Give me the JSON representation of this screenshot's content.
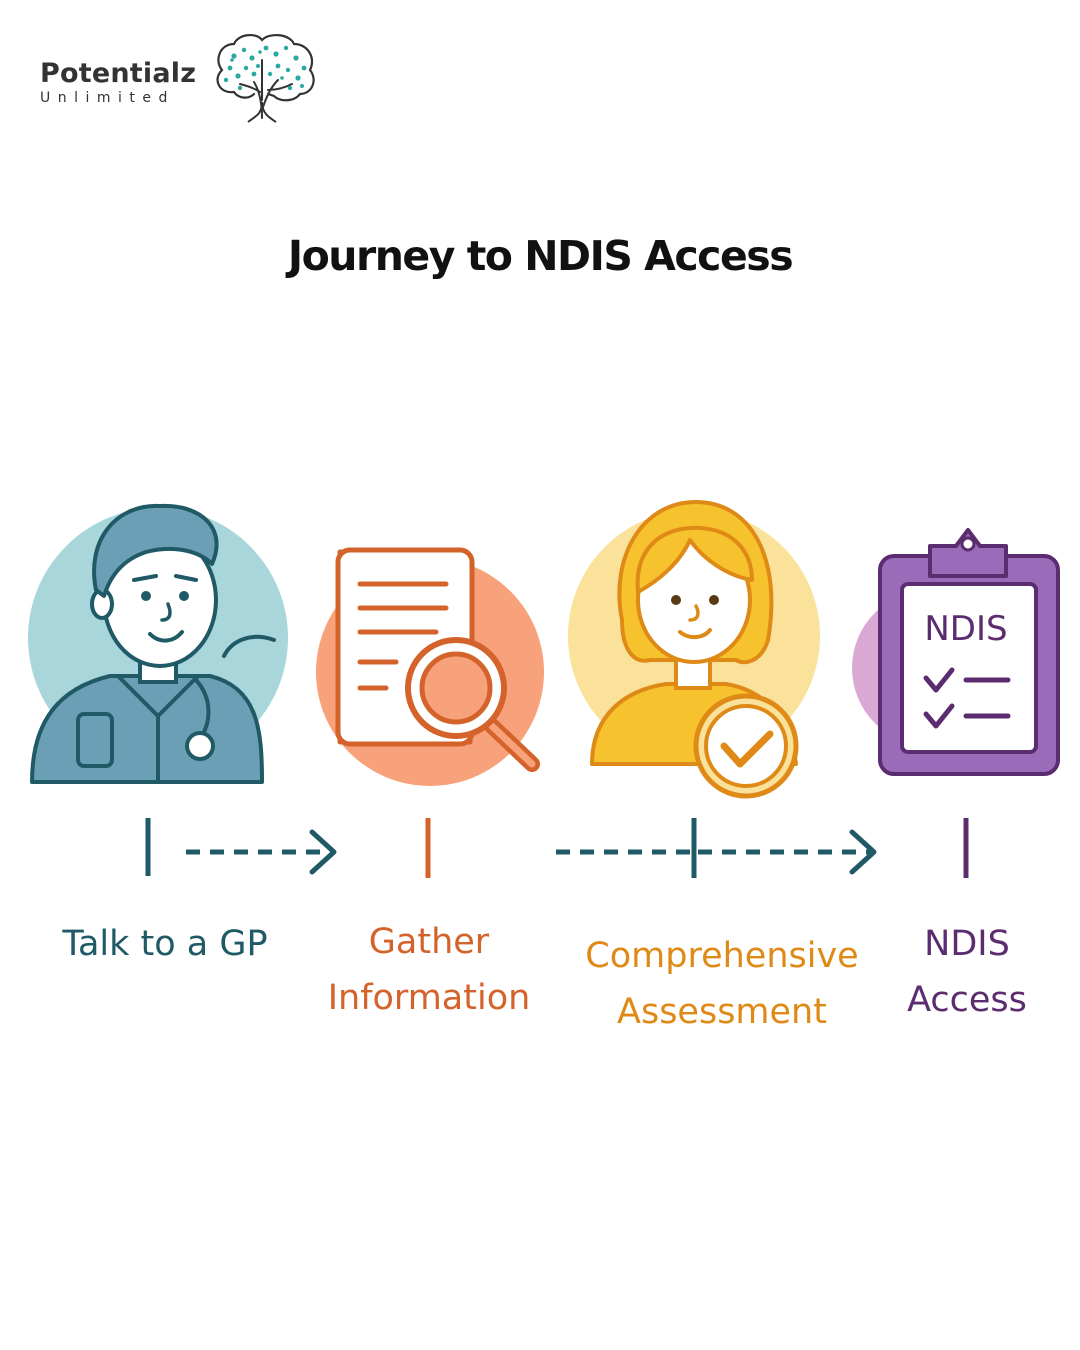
{
  "brand": {
    "name": "Potentialz",
    "tagline": "Unlimited"
  },
  "title": "Journey to NDIS Access",
  "steps": [
    {
      "label_lines": [
        "Talk to a GP"
      ],
      "color": "#1F5A66",
      "icon": "doctor-icon"
    },
    {
      "label_lines": [
        "Gather",
        "Information"
      ],
      "color": "#D4632B",
      "icon": "document-search-icon"
    },
    {
      "label_lines": [
        "Comprehensive",
        "Assessment"
      ],
      "color": "#DF8A16",
      "icon": "assessor-check-icon"
    },
    {
      "label_lines": [
        "NDIS",
        "Access"
      ],
      "color": "#5B2C6F",
      "icon": "ndis-clipboard-icon"
    }
  ],
  "clipboard_text": "NDIS",
  "colors": {
    "teal": "#1F5A66",
    "light_teal": "#A9D6DB",
    "orange": "#D4632B",
    "peach": "#F7A27A",
    "yellow": "#F6C22D",
    "light_yellow": "#FBE29A",
    "purple": "#7E4FA0",
    "light_purple": "#D9A9D4",
    "logo_teal": "#2AA9A2"
  }
}
